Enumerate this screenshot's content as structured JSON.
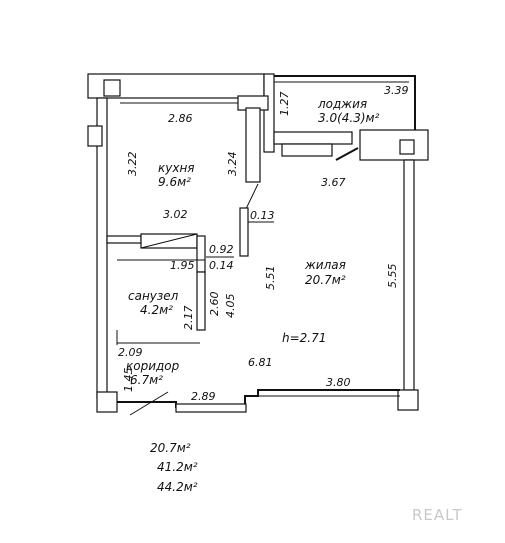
{
  "rooms": {
    "kitchen": {
      "name": "кухня",
      "area": "9.6м²"
    },
    "living": {
      "name": "жилая",
      "area": "20.7м²"
    },
    "loggia": {
      "name": "лоджия",
      "area": "3.0(4.3)м²"
    },
    "bathroom": {
      "name": "санузел",
      "area": "4.2м²"
    },
    "corridor": {
      "name": "коридор",
      "area": "6.7м²"
    }
  },
  "ceiling_height": "h=2.71",
  "dimensions": {
    "kitchen_top": "2.86",
    "kitchen_left": "3.22",
    "kitchen_right": "3.24",
    "kitchen_bottom": "3.02",
    "loggia_top": "3.39",
    "loggia_left": "1.27",
    "living_top": "3.67",
    "wall_013": "0.13",
    "wall_092": "0.92",
    "wall_014": "0.14",
    "bath_top": "1.95",
    "living_left": "5.51",
    "living_right": "5.55",
    "bath_260": "2.60",
    "bath_217": "2.17",
    "corr_405": "4.05",
    "corr_209": "2.09",
    "living_681": "6.81",
    "living_bottom": "3.80",
    "corr_145": "1.45",
    "corr_bottom": "2.89"
  },
  "totals": {
    "living_area": "20.7м²",
    "usable_area": "41.2м²",
    "total_area": "44.2м²"
  },
  "watermark": "REALT"
}
